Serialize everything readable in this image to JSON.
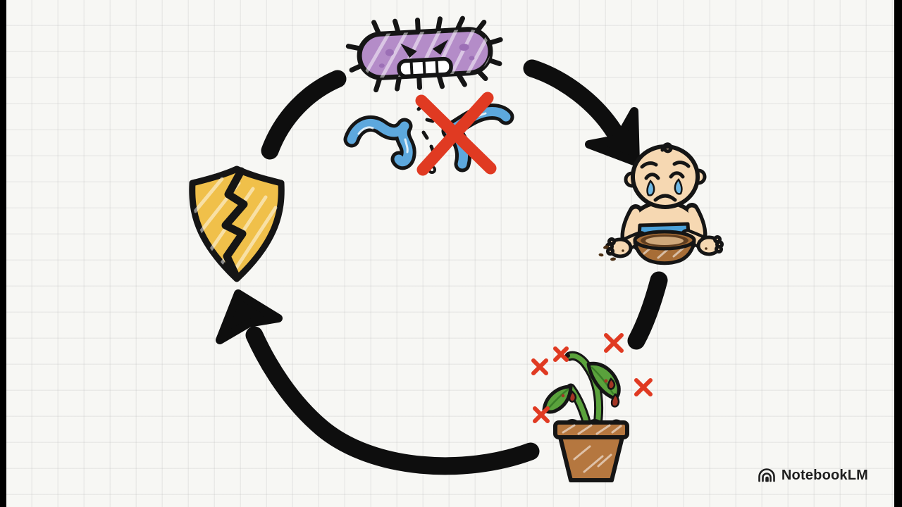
{
  "watermark": {
    "label": "NotebookLM",
    "icon": "notebooklm-logo"
  },
  "diagram": {
    "type": "cycle",
    "direction": "clockwise",
    "style": "hand-drawn whiteboard sketch on faint grid paper",
    "nodes": [
      {
        "id": "angry-bacteria",
        "icon": "angry-bacteria-icon",
        "position": "top"
      },
      {
        "id": "destroyed-antibody",
        "icon": "broken-antibody-icon",
        "overlay": "red-cross-icon",
        "position": "top-center"
      },
      {
        "id": "crying-baby-empty-bowl",
        "icon": "crying-baby-icon",
        "position": "right"
      },
      {
        "id": "wilted-plant",
        "icon": "wilted-plant-icon",
        "overlay": "red-x-marks",
        "position": "bottom-right"
      },
      {
        "id": "broken-shield",
        "icon": "broken-shield-icon",
        "position": "left"
      }
    ],
    "edges": [
      {
        "from": "broken-shield",
        "to": "angry-bacteria",
        "style": "arc"
      },
      {
        "from": "angry-bacteria",
        "to": "crying-baby-empty-bowl",
        "style": "arrow"
      },
      {
        "from": "crying-baby-empty-bowl",
        "to": "wilted-plant",
        "style": "arc"
      },
      {
        "from": "wilted-plant",
        "to": "broken-shield",
        "style": "arrow"
      }
    ]
  },
  "colors": {
    "background": "#f7f7f4",
    "edge_bar": "#000000",
    "ink": "#151515",
    "arrow": "#0e0e0e",
    "germ_purple": "#b48cc8",
    "germ_spot": "#9c6fb6",
    "antibody_blue": "#5da8dd",
    "cross_red": "#e03a22",
    "shield_gold": "#f0c04a",
    "skin": "#f6d8b2",
    "diaper_blue": "#4ba1d9",
    "tear_blue": "#6fb9e6",
    "bowl_brown": "#a76d36",
    "bowl_dark": "#5f3d1f",
    "food_tan": "#cfa87b",
    "leaf_green": "#5aa23c",
    "leaf_dark": "#3a7d28",
    "pot_brown": "#b5773f",
    "drop_red": "#a43524",
    "watermark": "#1f1f1f"
  }
}
